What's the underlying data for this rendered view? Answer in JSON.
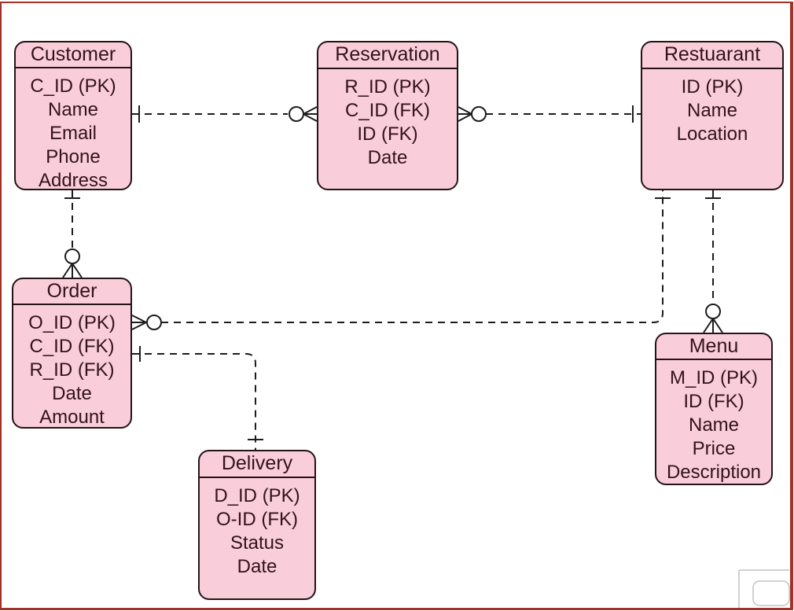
{
  "diagram": {
    "type": "entity-relationship",
    "entities": [
      {
        "name": "Customer",
        "attributes": [
          "C_ID (PK)",
          "Name",
          "Email",
          "Phone",
          "Address"
        ]
      },
      {
        "name": "Reservation",
        "attributes": [
          "R_ID (PK)",
          "C_ID (FK)",
          "ID (FK)",
          "Date"
        ]
      },
      {
        "name": "Restuarant",
        "attributes": [
          "ID (PK)",
          "Name",
          "Location"
        ]
      },
      {
        "name": "Order",
        "attributes": [
          "O_ID (PK)",
          "C_ID (FK)",
          "R_ID (FK)",
          "Date",
          "Amount"
        ]
      },
      {
        "name": "Menu",
        "attributes": [
          "M_ID (PK)",
          "ID (FK)",
          "Name",
          "Price",
          "Description"
        ]
      },
      {
        "name": "Delivery",
        "attributes": [
          "D_ID (PK)",
          "O-ID (FK)",
          "Status",
          "Date"
        ]
      }
    ],
    "relationships": [
      {
        "from": "Customer",
        "to": "Reservation",
        "from_cardinality": "one",
        "to_cardinality": "zero-or-many",
        "line_style": "dashed"
      },
      {
        "from": "Reservation",
        "to": "Restuarant",
        "from_cardinality": "zero-or-many",
        "to_cardinality": "one",
        "line_style": "dashed"
      },
      {
        "from": "Customer",
        "to": "Order",
        "from_cardinality": "one",
        "to_cardinality": "zero-or-many",
        "line_style": "dashed"
      },
      {
        "from": "Restuarant",
        "to": "Order",
        "from_cardinality": "one",
        "to_cardinality": "zero-or-many",
        "line_style": "dashed"
      },
      {
        "from": "Order",
        "to": "Delivery",
        "from_cardinality": "one",
        "to_cardinality": "one",
        "line_style": "dashed"
      },
      {
        "from": "Restuarant",
        "to": "Menu",
        "from_cardinality": "one",
        "to_cardinality": "zero-or-many",
        "line_style": "dashed"
      }
    ],
    "notation": "crow-foot",
    "colors": {
      "entity_fill": "#f9cdd9",
      "entity_border": "#241318",
      "entity_text": "#33121f",
      "connector": "#1c1c1c",
      "page_border": "#a23229",
      "background": "#ffffff"
    }
  }
}
